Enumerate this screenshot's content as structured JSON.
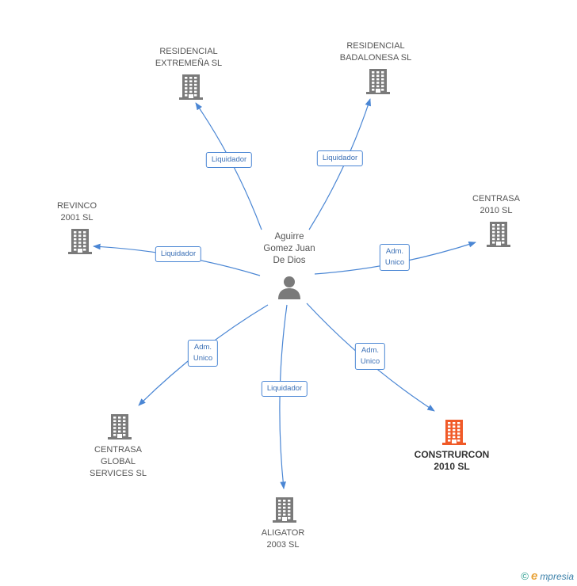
{
  "colors": {
    "edge": "#4a86d4",
    "building": "#7a7a7a",
    "highlight": "#f05a28",
    "person": "#7a7a7a"
  },
  "center": {
    "lines": [
      "Aguirre",
      "Gomez Juan",
      "De Dios"
    ]
  },
  "nodes": [
    {
      "id": "residencial-extremena",
      "lines": [
        "RESIDENCIAL",
        "EXTREMEÑA SL"
      ],
      "highlight": false
    },
    {
      "id": "residencial-badalonesa",
      "lines": [
        "RESIDENCIAL",
        "BADALONESA SL"
      ],
      "highlight": false
    },
    {
      "id": "revinco",
      "lines": [
        "REVINCO",
        "2001 SL"
      ],
      "highlight": false
    },
    {
      "id": "centrasa-2010",
      "lines": [
        "CENTRASA",
        "2010 SL"
      ],
      "highlight": false
    },
    {
      "id": "centrasa-global",
      "lines": [
        "CENTRASA",
        "GLOBAL",
        "SERVICES  SL"
      ],
      "highlight": false
    },
    {
      "id": "aligator",
      "lines": [
        "ALIGATOR",
        "2003 SL"
      ],
      "highlight": false
    },
    {
      "id": "construrcon",
      "lines": [
        "CONSTRURCON",
        "2010 SL"
      ],
      "highlight": true
    }
  ],
  "edges": [
    {
      "to": "residencial-extremena",
      "label": [
        "Liquidador"
      ]
    },
    {
      "to": "residencial-badalonesa",
      "label": [
        "Liquidador"
      ]
    },
    {
      "to": "revinco",
      "label": [
        "Liquidador"
      ]
    },
    {
      "to": "centrasa-2010",
      "label": [
        "Adm.",
        "Unico"
      ]
    },
    {
      "to": "centrasa-global",
      "label": [
        "Adm.",
        "Unico"
      ]
    },
    {
      "to": "aligator",
      "label": [
        "Liquidador"
      ]
    },
    {
      "to": "construrcon",
      "label": [
        "Adm.",
        "Unico"
      ]
    }
  ],
  "footer": {
    "copyright": "©",
    "brand_e": "e",
    "brand_rest": "mpresia"
  }
}
